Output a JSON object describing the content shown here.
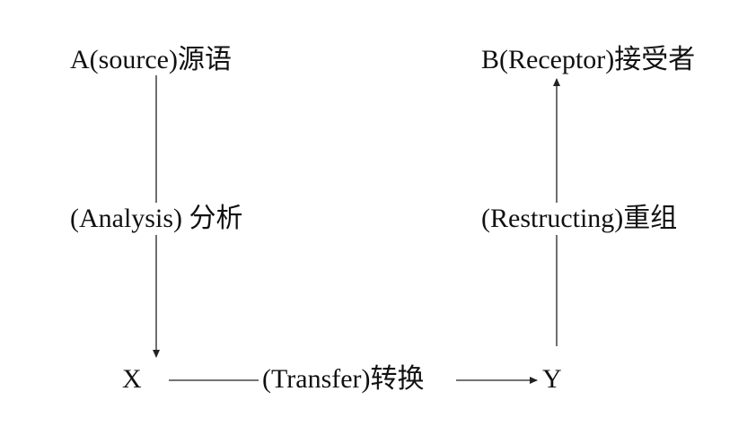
{
  "diagram": {
    "source_label": "A(source)源语",
    "receptor_label": "B(Receptor)接受者",
    "analysis_label": "(Analysis) 分析",
    "restructuring_label": "(Restructing)重组",
    "x_label": "X",
    "transfer_label": "(Transfer)转换",
    "y_label": "Y",
    "line_color": "#222222"
  }
}
